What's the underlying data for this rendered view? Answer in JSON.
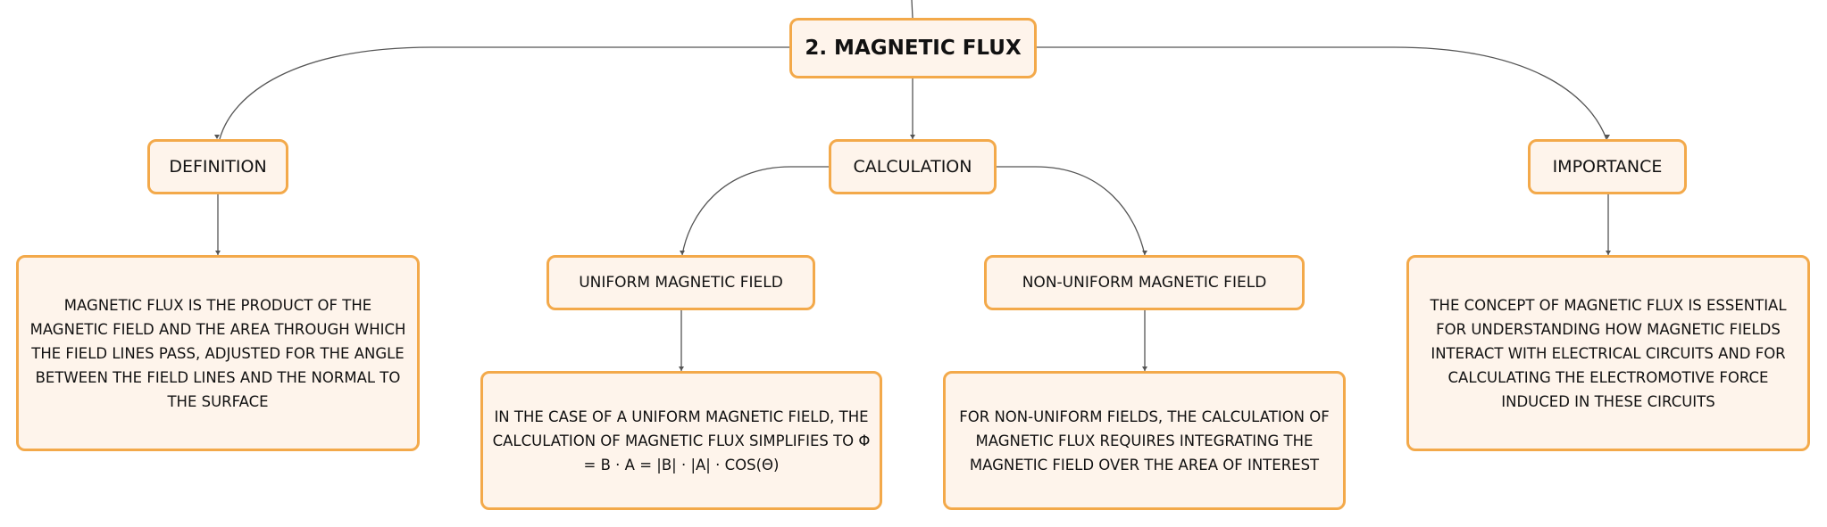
{
  "diagram": {
    "root": {
      "label": "2. MAGNETIC FLUX"
    },
    "branches": {
      "definition": {
        "label": "DEFINITION",
        "description": "MAGNETIC FLUX IS THE PRODUCT OF THE MAGNETIC FIELD AND THE AREA THROUGH WHICH THE FIELD LINES PASS, ADJUSTED FOR THE ANGLE BETWEEN THE FIELD LINES AND THE NORMAL TO THE SURFACE"
      },
      "calculation": {
        "label": "CALCULATION",
        "uniform": {
          "label": "UNIFORM MAGNETIC FIELD",
          "description": "IN THE CASE OF A UNIFORM MAGNETIC FIELD, THE CALCULATION OF MAGNETIC FLUX SIMPLIFIES TO Φ = B · A = |B| · |A| · COS(Θ)"
        },
        "non_uniform": {
          "label": "NON-UNIFORM MAGNETIC FIELD",
          "description": "FOR NON-UNIFORM FIELDS, THE CALCULATION OF MAGNETIC FLUX REQUIRES INTEGRATING THE MAGNETIC FIELD OVER THE AREA OF INTEREST"
        }
      },
      "importance": {
        "label": "IMPORTANCE",
        "description": "THE CONCEPT OF MAGNETIC FLUX IS ESSENTIAL FOR UNDERSTANDING HOW MAGNETIC FIELDS INTERACT WITH ELECTRICAL CIRCUITS AND FOR CALCULATING THE ELECTROMOTIVE FORCE INDUCED IN THESE CIRCUITS"
      }
    },
    "colors": {
      "node_fill": "#fef4eb",
      "node_border": "#f3a94a",
      "connector": "#555555",
      "text": "#111111"
    }
  }
}
